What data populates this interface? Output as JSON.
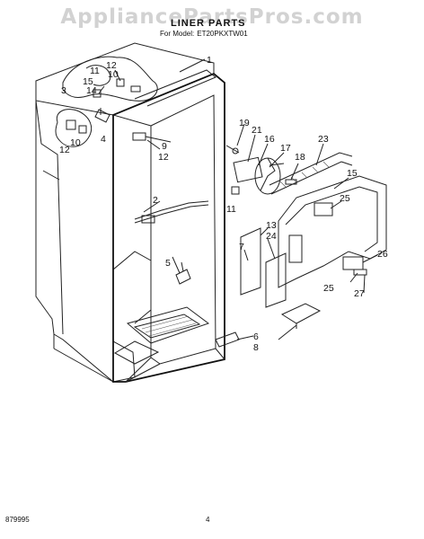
{
  "watermark": "AppliancePartsPros.com",
  "header": {
    "title": "LINER PARTS",
    "model_label": "For Model:",
    "model_number": "ET20PKXTW01"
  },
  "footer": {
    "code": "879995",
    "page": "4"
  },
  "callouts": {
    "c1": "1",
    "c2": "2",
    "c3": "3",
    "c4": "4",
    "c5": "5",
    "c6": "6",
    "c7": "7",
    "c8": "8",
    "c9": "9",
    "c10a": "10",
    "c10b": "10",
    "c11": "11",
    "c12a": "12",
    "c12b": "12",
    "c12c": "12",
    "c13": "13",
    "c14": "14",
    "c15a": "15",
    "c15b": "15",
    "c16": "16",
    "c17": "17",
    "c18": "18",
    "c19": "19",
    "c21": "21",
    "c23": "23",
    "c24": "24",
    "c25a": "25",
    "c25b": "25",
    "c26": "26",
    "c27": "27"
  }
}
